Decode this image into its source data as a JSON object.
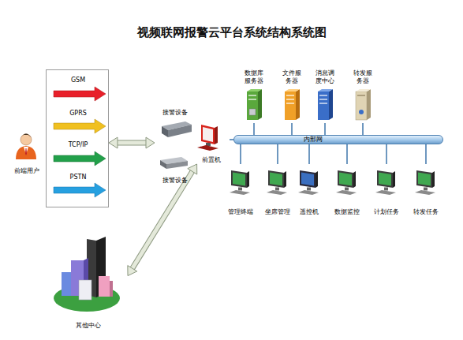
{
  "diagram": {
    "title": "视频联网报警云平台系统结构系统图",
    "nodes": [
      {
        "text": [
          "前端用户"
        ]
      },
      {
        "text": [
          "GSM",
          "GPRS",
          "TCP/IP",
          "PSTN"
        ]
      },
      {
        "text": [
          "接警设备"
        ]
      },
      {
        "text": [
          "接警设备"
        ]
      },
      {
        "text": [
          "前置机"
        ]
      },
      {
        "text": [
          "内部网"
        ]
      },
      {
        "text": [
          "数据库服务器"
        ]
      },
      {
        "text": [
          "文件服务器"
        ]
      },
      {
        "text": [
          "消息调度中心"
        ]
      },
      {
        "text": [
          "转发服务器"
        ]
      },
      {
        "text": [
          "管理终端"
        ]
      },
      {
        "text": [
          "坐席管理"
        ]
      },
      {
        "text": [
          "遥控机"
        ]
      },
      {
        "text": [
          "数据监控"
        ]
      },
      {
        "text": [
          "计划任务"
        ]
      },
      {
        "text": [
          "转发任务"
        ]
      },
      {
        "text": [
          "其他中心"
        ]
      }
    ],
    "edges": [
      {
        "from": 1,
        "to": 2,
        "arrow": "both"
      },
      {
        "from": 16,
        "to": 4,
        "arrow": "both"
      },
      {
        "from": 4,
        "to": 5,
        "arrow": "none"
      },
      {
        "from": 6,
        "to": 5,
        "arrow": "none"
      },
      {
        "from": 7,
        "to": 5,
        "arrow": "none"
      },
      {
        "from": 8,
        "to": 5,
        "arrow": "none"
      },
      {
        "from": 9,
        "to": 5,
        "arrow": "none"
      },
      {
        "from": 5,
        "to": 10,
        "arrow": "none"
      },
      {
        "from": 5,
        "to": 11,
        "arrow": "none"
      },
      {
        "from": 5,
        "to": 12,
        "arrow": "none"
      },
      {
        "from": 5,
        "to": 13,
        "arrow": "none"
      },
      {
        "from": 5,
        "to": 14,
        "arrow": "none"
      },
      {
        "from": 5,
        "to": 15,
        "arrow": "none"
      }
    ]
  }
}
